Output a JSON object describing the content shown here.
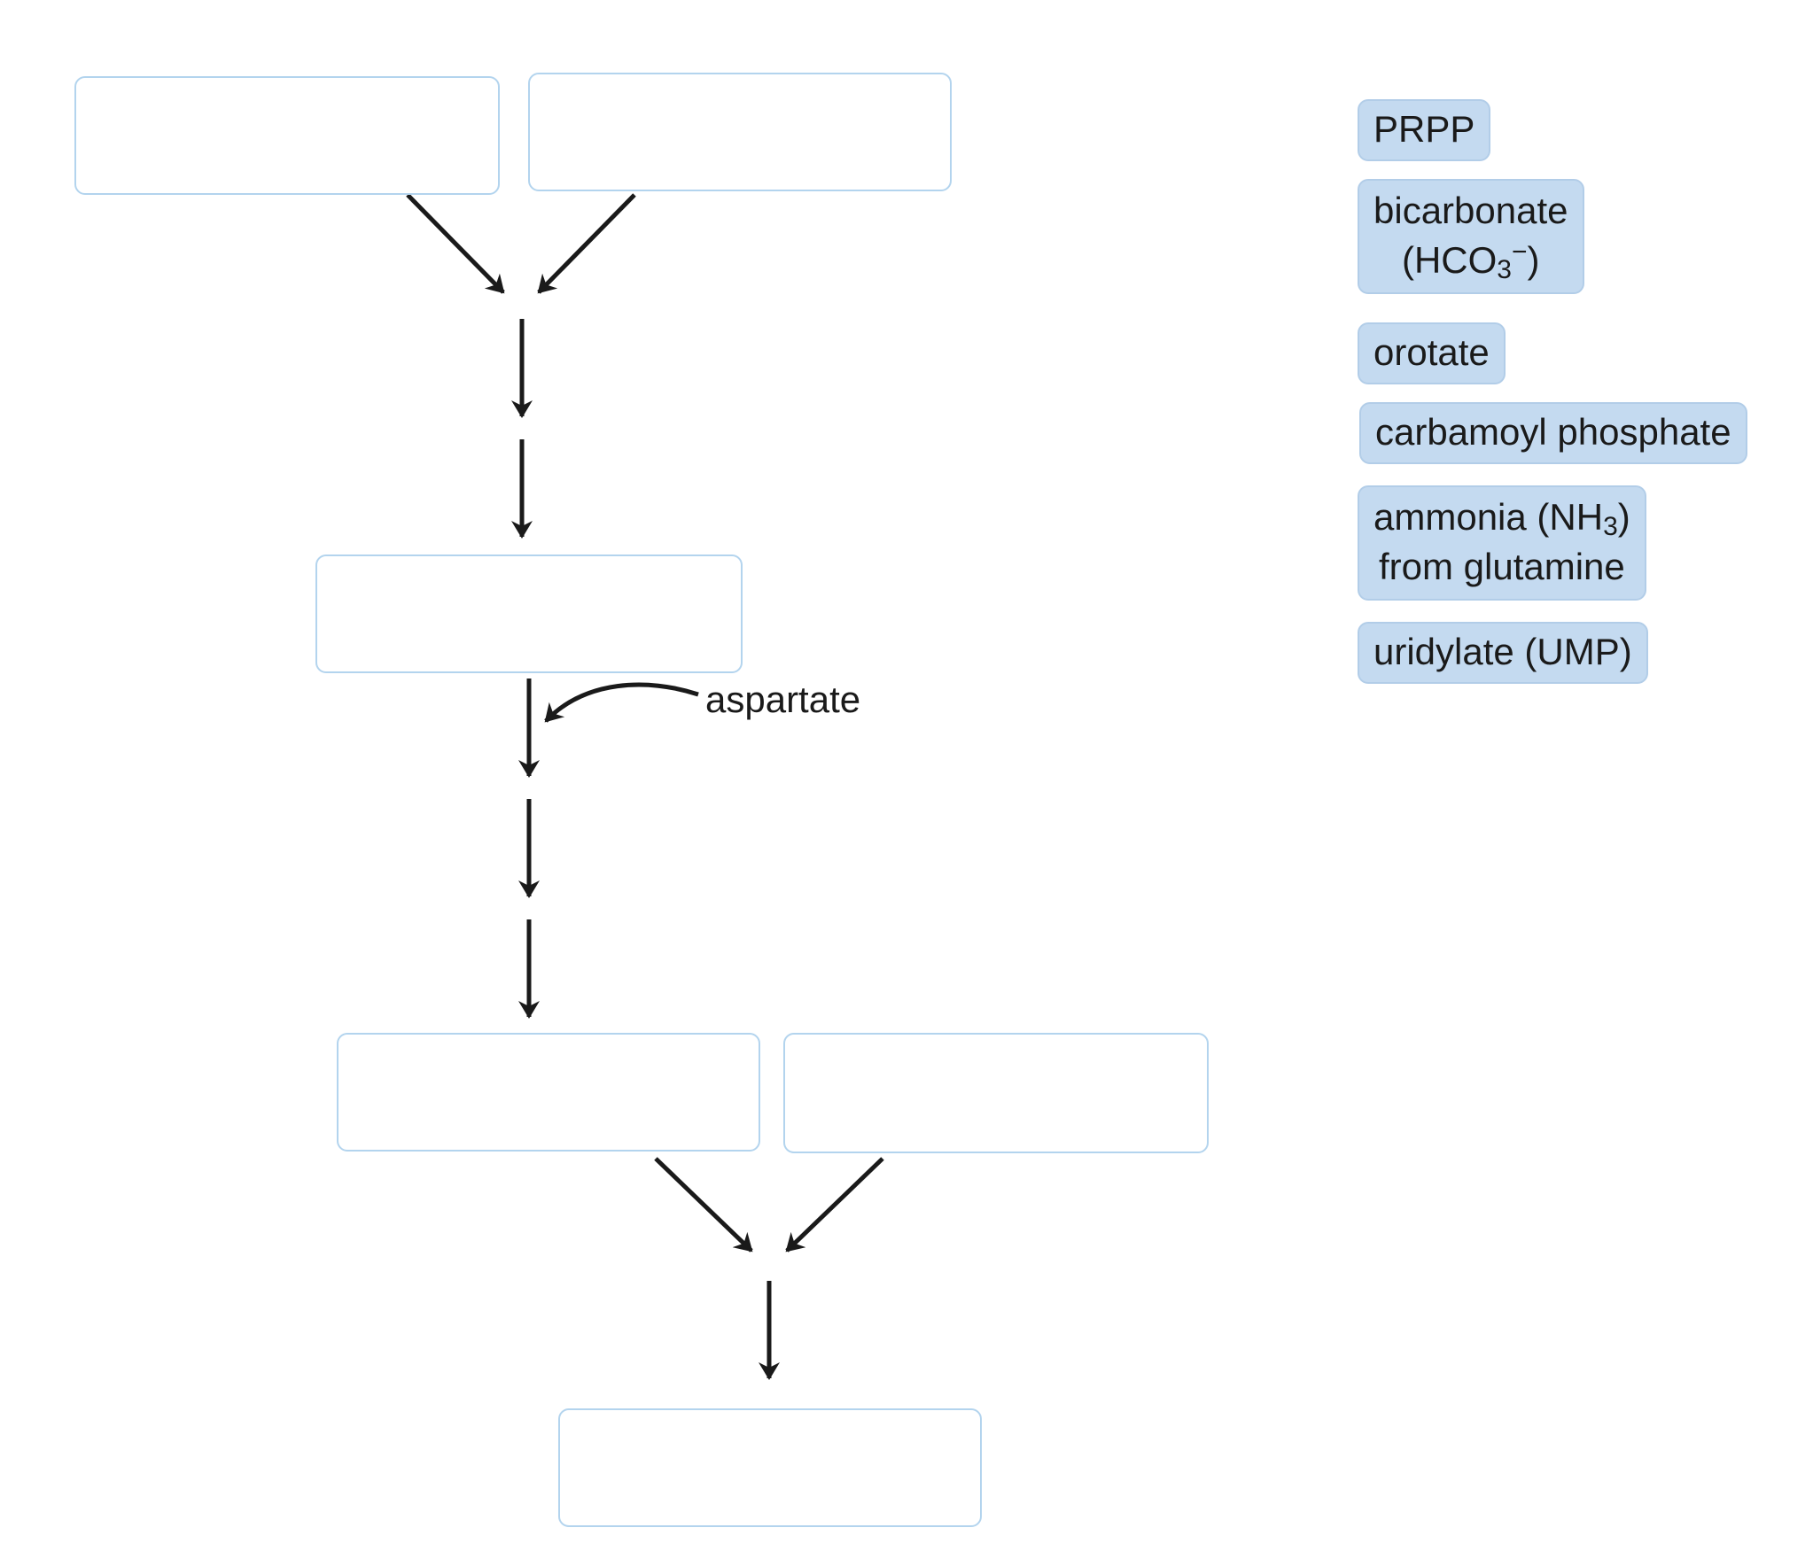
{
  "diagram": {
    "side_label": "aspartate",
    "drop_targets": [
      {
        "id": "top-left"
      },
      {
        "id": "top-right"
      },
      {
        "id": "middle"
      },
      {
        "id": "lower-left"
      },
      {
        "id": "lower-right"
      },
      {
        "id": "bottom"
      }
    ]
  },
  "answer_bank": {
    "prpp": {
      "text": "PRPP"
    },
    "bicarbonate": {
      "line1": "bicarbonate",
      "line2_main": "(HCO",
      "line2_sub": "3",
      "line2_sup": "−",
      "line2_end": ")"
    },
    "orotate": {
      "text": "orotate"
    },
    "carbamoyl_phosphate": {
      "text": "carbamoyl phosphate"
    },
    "ammonia": {
      "line1_main": "ammonia (NH",
      "line1_sub": "3",
      "line1_end": ")",
      "line2": "from glutamine"
    },
    "uridylate": {
      "text": "uridylate (UMP)"
    }
  },
  "colors": {
    "arrow": "#1a1a1a",
    "target_border": "#b3d4ee",
    "chip_fill": "#c4daf0",
    "chip_border": "#b2cde8"
  }
}
